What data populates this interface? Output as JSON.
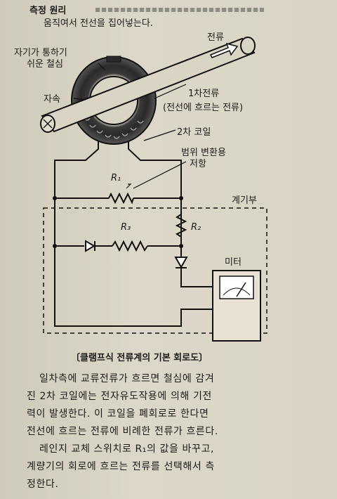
{
  "header": {
    "title": "측정 원리"
  },
  "diagram": {
    "labels": {
      "move_wire": "움직여서 전선을 집어넣는다.",
      "current": "전류",
      "magnetic_core_1": "자기가 통하기",
      "magnetic_core_2": "쉬운 철심",
      "flux": "자속",
      "primary_current_1": "1차전류",
      "primary_current_2": "(전선에 흐르는 전류)",
      "secondary_coil": "2차 코일",
      "range_resistor_1": "범위 변환용",
      "range_resistor_2": "저항",
      "r1": "R₁",
      "meter_section": "계기부",
      "r3": "R₃",
      "r2": "R₂",
      "meter": "미터"
    },
    "caption": "〔클램프식 전류계의 기본 회로도〕"
  },
  "body": {
    "lines": [
      "일차측에 교류전류가 흐르면 철심에 감겨",
      "진 2차 코일에는 전자유도작용에 의해 기전",
      "력이 발생한다. 이 코일을 폐회로로 한다면",
      "전선에 흐르는 전류에 비례한 전류가 흐른다.",
      "레인지 교체 스위치로 R₁의 값을 바꾸고,",
      "계량기의 회로에 흐르는 전류를 선택해서 측",
      "정한다."
    ]
  }
}
